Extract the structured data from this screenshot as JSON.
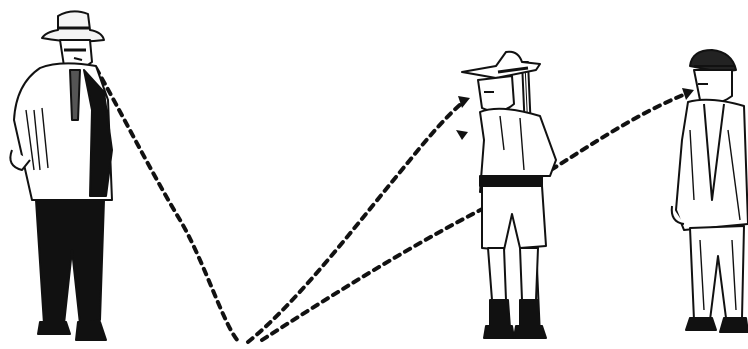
{
  "illustration": {
    "ink_color": "#111111",
    "background_color": "#ffffff",
    "figures": [
      {
        "id": "man-in-hat",
        "icon": "man-in-overcoat-and-hat"
      },
      {
        "id": "scout-with-staff",
        "icon": "scout-with-campaign-hat-and-staff"
      },
      {
        "id": "boy-in-cap",
        "icon": "boy-in-flat-cap"
      }
    ],
    "paths": [
      {
        "id": "voice-path-down",
        "style": "dotted"
      },
      {
        "id": "voice-path-up-to-scout",
        "style": "dotted"
      },
      {
        "id": "voice-path-up-to-boy",
        "style": "dotted"
      }
    ]
  }
}
